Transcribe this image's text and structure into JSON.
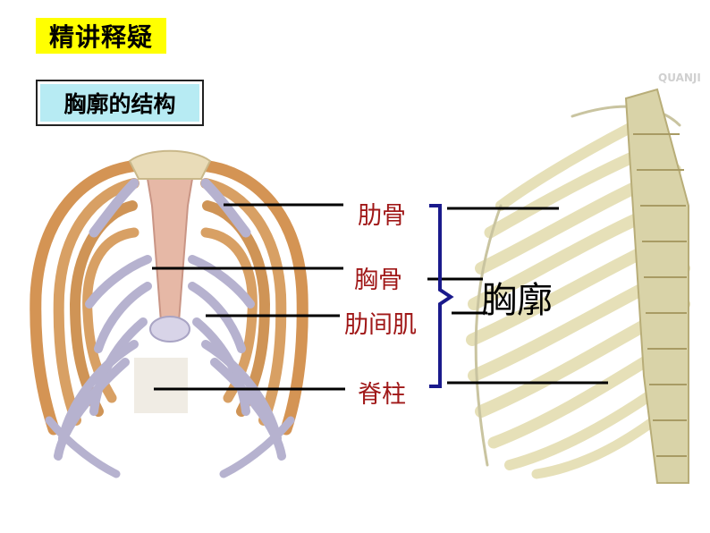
{
  "header": {
    "title": "精讲释疑",
    "subtitle": "胸廓的结构"
  },
  "labels": {
    "rib": "肋骨",
    "sternum": "胸骨",
    "intercostal_muscle": "肋间肌",
    "spine": "脊柱"
  },
  "group_label": "胸廓",
  "watermark": "QUANJI",
  "colors": {
    "title_bg": "#ffff00",
    "subtitle_bg": "#b7ebf3",
    "label_text": "#a01818",
    "bracket": "#1a1a8c",
    "rib_orange": "#d59a5c",
    "cartilage_purple": "#b6b2cf",
    "bone_ivory": "#e6e0b8"
  }
}
